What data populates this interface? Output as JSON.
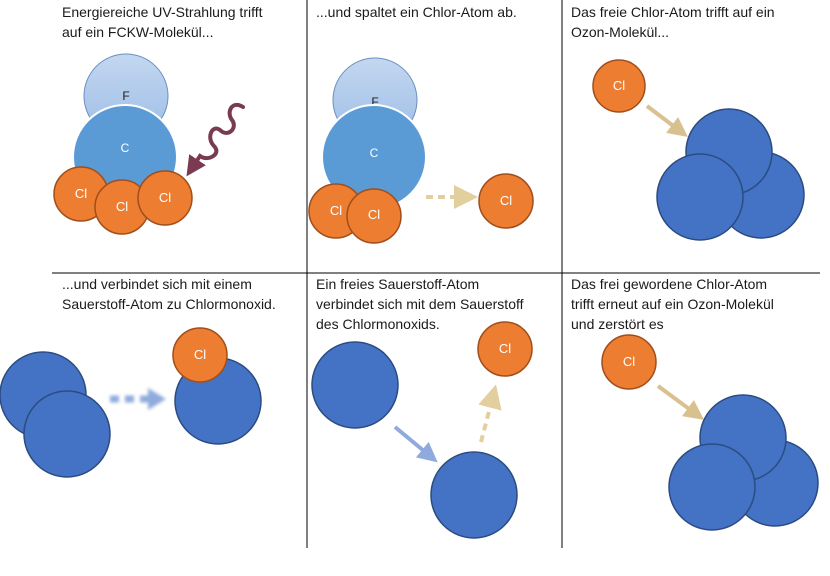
{
  "panels": [
    {
      "caption": [
        "Energiereiche UV-Strahlung trifft",
        "auf ein FCKW-Molekül..."
      ]
    },
    {
      "caption": [
        "...und spaltet ein Chlor-Atom ab."
      ]
    },
    {
      "caption": [
        "Das freie Chlor-Atom trifft auf ein",
        "Ozon-Molekül..."
      ]
    },
    {
      "caption": [
        "...und verbindet sich mit einem",
        "Sauerstoff-Atom zu Chlormonoxid."
      ]
    },
    {
      "caption": [
        "Ein freies Sauerstoff-Atom",
        "verbindet sich mit dem Sauerstoff",
        "des Chlormonoxids."
      ]
    },
    {
      "caption": [
        "Das frei gewordene Chlor-Atom",
        "trifft erneut auf ein Ozon-Molekül",
        "und zerstört es"
      ]
    }
  ],
  "labels": {
    "fluorine": "F",
    "carbon": "C",
    "chlorine": "Cl"
  },
  "colors": {
    "fluorine": "#a9c6e8",
    "carbon": "#5b9bd5",
    "chlorine": "#ed7d31",
    "oxygen": "#4472c4",
    "uv": "#7a3b52",
    "arrow_tan": "#e3cf9e",
    "arrow_blue": "#8faadc",
    "grid_line": "#000000"
  },
  "icons": {
    "uv_radiation": "wavy-arrow-icon"
  }
}
